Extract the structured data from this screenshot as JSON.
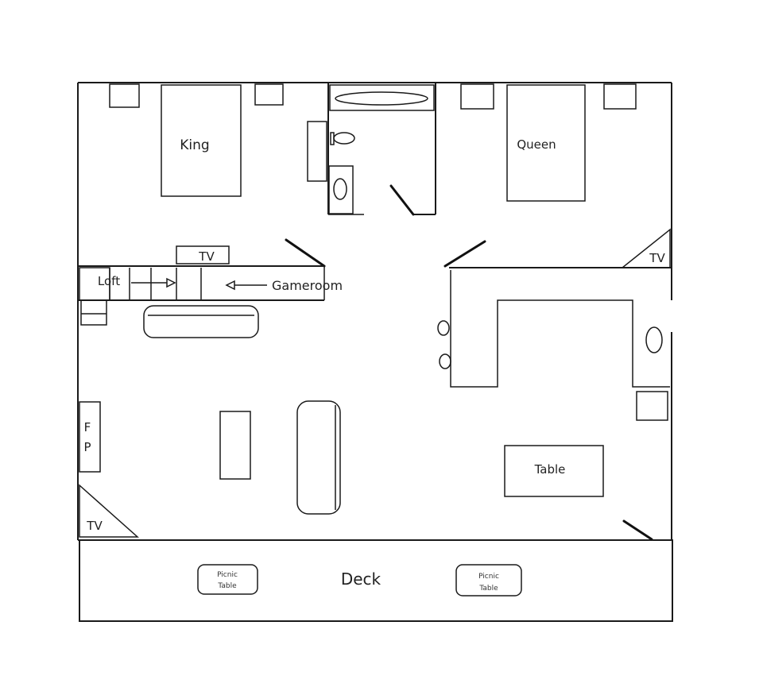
{
  "plan": {
    "labels": {
      "king": "King",
      "queen": "Queen",
      "tv_loft": "TV",
      "tv_upper_right": "TV",
      "tv_lower_left": "TV",
      "loft": "Loft",
      "gameroom": "Gameroom",
      "fireplace_f": "F",
      "fireplace_p": "P",
      "table": "Table",
      "deck": "Deck",
      "picnic_left_line1": "Picnic",
      "picnic_left_line2": "Table",
      "picnic_right_line1": "Picnic",
      "picnic_right_line2": "Table"
    }
  }
}
